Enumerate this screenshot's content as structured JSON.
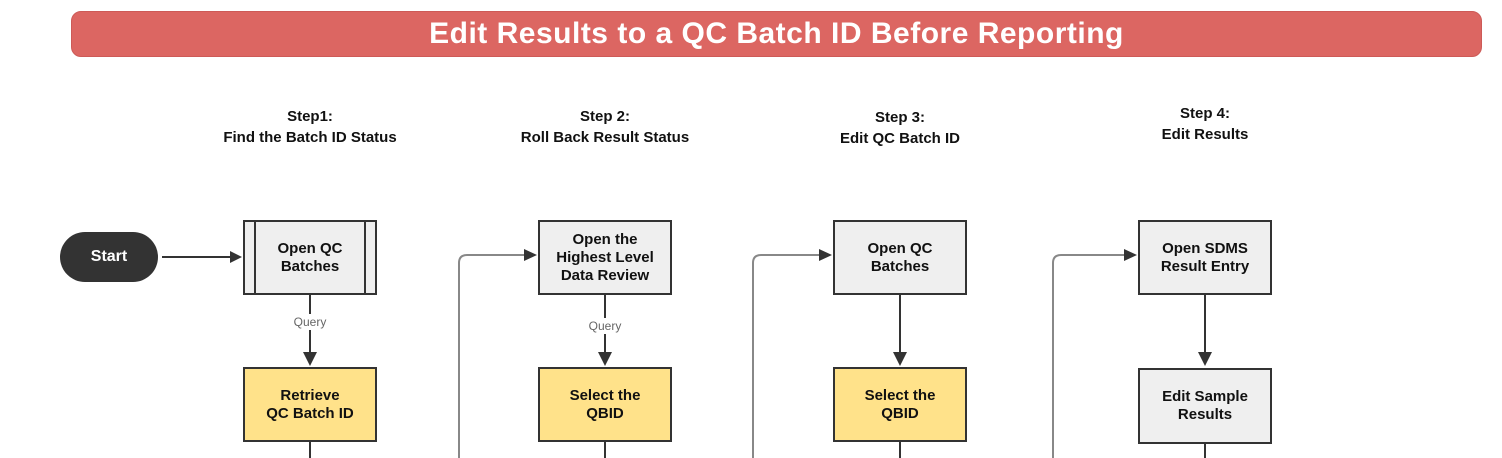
{
  "title": "Edit Results to a QC Batch ID Before Reporting",
  "start_label": "Start",
  "colors": {
    "banner_fill": "#dc6662",
    "node_fill": "#efefef",
    "highlight_fill": "#ffe28a",
    "node_border": "#333333",
    "start_fill": "#333333",
    "down_arrow": "#333333",
    "loop_connector": "#888888",
    "edge_label_text": "#666666"
  },
  "steps": [
    {
      "header_line1": "Step1:",
      "header_line2": "Find the Batch ID Status",
      "top_box": "Open QC\nBatches",
      "edge_label": "Query",
      "bottom_box": "Retrieve\nQC Batch ID"
    },
    {
      "header_line1": "Step 2:",
      "header_line2": "Roll Back Result Status",
      "top_box": "Open the\nHighest Level\nData Review",
      "edge_label": "Query",
      "bottom_box": "Select the\nQBID"
    },
    {
      "header_line1": "Step 3:",
      "header_line2": "Edit QC Batch ID",
      "top_box": "Open QC\nBatches",
      "edge_label": "",
      "bottom_box": "Select the\nQBID"
    },
    {
      "header_line1": "Step 4:",
      "header_line2": "Edit Results",
      "top_box": "Open SDMS\nResult Entry",
      "edge_label": "",
      "bottom_box": "Edit Sample\nResults"
    }
  ]
}
